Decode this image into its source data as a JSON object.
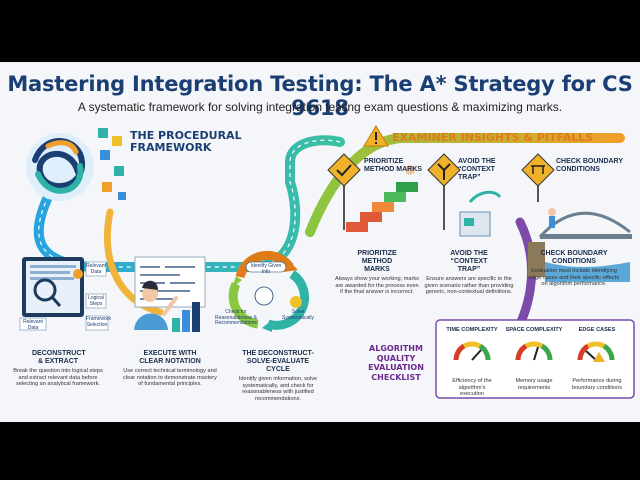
{
  "title": "Mastering Integration Testing: The A* Strategy for CS 9618",
  "subtitle": "A systematic framework for solving integration testing exam questions & maximizing marks.",
  "procedural": {
    "heading": "THE PROCEDURAL FRAMEWORK",
    "steps": [
      {
        "title": "DECONSTRUCT & EXTRACT",
        "desc": "Break the question into logical steps and extract relevant data before selecting an analytical framework."
      },
      {
        "title": "EXECUTE WITH CLEAR NOTATION",
        "desc": "Use correct technical terminology and clear notation to demonstrate mastery of fundamental principles."
      },
      {
        "title": "THE DECONSTRUCT-SOLVE-EVALUATE CYCLE",
        "desc": "Identify given information, solve systematically, and check for reasonableness with justified recommendations."
      }
    ],
    "screen_labels": [
      "Relevant Data",
      "Logical Steps",
      "Relevant Data",
      "Framework Selection"
    ],
    "cycle_labels": [
      "Identify Given Info",
      "Solve Systematically",
      "Check for Reasonableness & Recommendations"
    ]
  },
  "insights": {
    "heading": "EXAMINER INSIGHTS & PITFALLS",
    "signs": [
      "PRIORITIZE METHOD MARKS",
      "AVOID THE “CONTEXT TRAP”",
      "CHECK BOUNDARY CONDITIONS"
    ],
    "items": [
      {
        "title": "PRIORITIZE METHOD MARKS",
        "desc": "Always show your working; marks are awarded for the process even if the final answer is incorrect."
      },
      {
        "title": "AVOID THE “CONTEXT TRAP”",
        "desc": "Ensure answers are specific to the given scenario rather than providing generic, non-contextual definitions."
      },
      {
        "title": "CHECK BOUNDARY CONDITIONS",
        "desc": "Evaluation must include identifying edge cases and their specific effects on algorithm performance."
      }
    ]
  },
  "checklist": {
    "heading": "ALGORITHM QUALITY EVALUATION CHECKLIST",
    "gauges": [
      {
        "title": "TIME COMPLEXITY",
        "caption": "Efficiency of the algorithm's execution"
      },
      {
        "title": "SPACE COMPLEXITY",
        "caption": "Memory usage requirements"
      },
      {
        "title": "EDGE CASES",
        "caption": "Performance during boundary conditions"
      }
    ]
  },
  "colors": {
    "title": "#1b3f73",
    "accent_orange": "#e07b1a",
    "teal": "#1aa39a",
    "purple": "#6b2a8f"
  }
}
